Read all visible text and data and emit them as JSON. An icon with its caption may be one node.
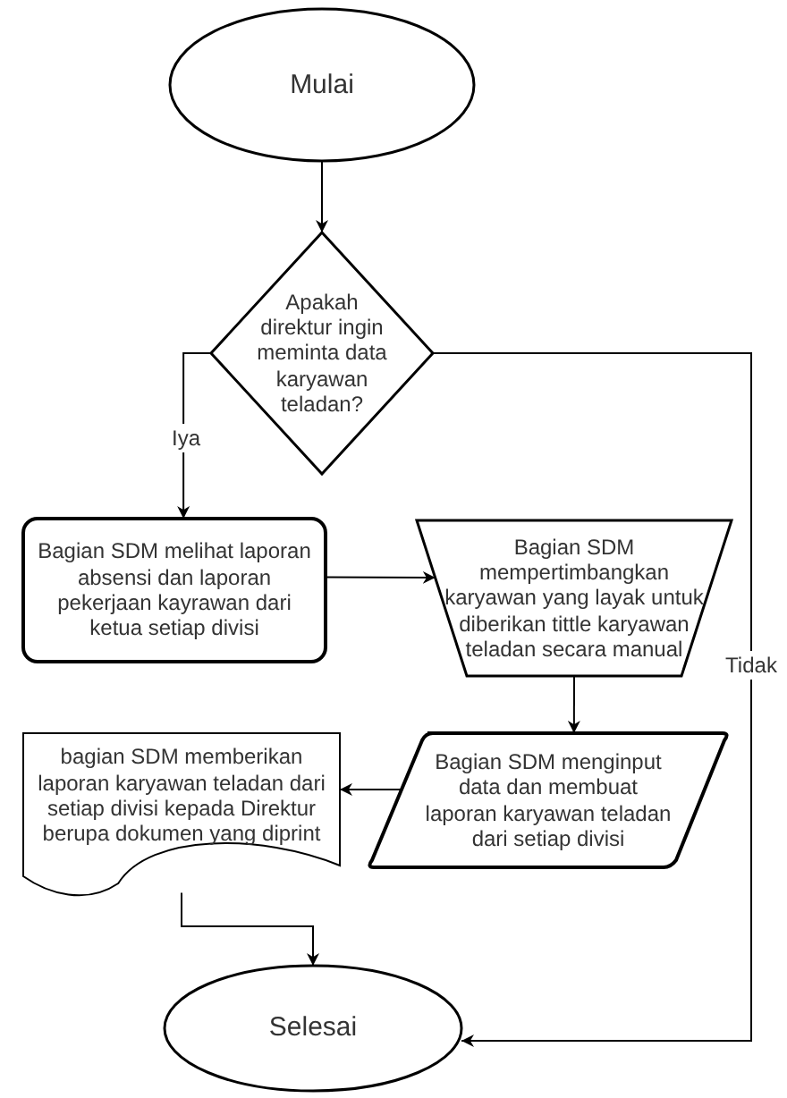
{
  "diagram": {
    "nodes": [
      {
        "text": [
          "Mulai"
        ]
      },
      {
        "text": [
          "Apakah direktur ingin meminta data karyawan teladan?"
        ]
      },
      {
        "text": [
          "Bagian SDM melihat laporan absensi dan laporan pekerjaan kayrawan dari ketua setiap divisi"
        ]
      },
      {
        "text": [
          "Bagian SDM mempertimbangkan karyawan yang layak untuk diberikan tittle karyawan teladan secara manual"
        ]
      },
      {
        "text": [
          "bagian SDM memberikan laporan karyawan teladan dari setiap divisi kepada Direktur berupa dokumen yang diprint"
        ]
      },
      {
        "text": [
          "Bagian SDM menginput data dan membuat laporan karyawan teladan dari setiap divisi"
        ]
      },
      {
        "text": [
          "Selesai"
        ]
      }
    ],
    "edges": [
      {
        "from": 0,
        "to": 1,
        "arrow": "to"
      },
      {
        "from": 1,
        "to": 2,
        "arrow": "to",
        "label": "Iya"
      },
      {
        "from": 1,
        "to": 6,
        "arrow": "to",
        "label": "Tidak"
      },
      {
        "from": 2,
        "to": 3,
        "arrow": "to"
      },
      {
        "from": 3,
        "to": 5,
        "arrow": "to"
      },
      {
        "from": 5,
        "to": 4,
        "arrow": "to"
      },
      {
        "from": 4,
        "to": 6,
        "arrow": "to"
      }
    ]
  }
}
